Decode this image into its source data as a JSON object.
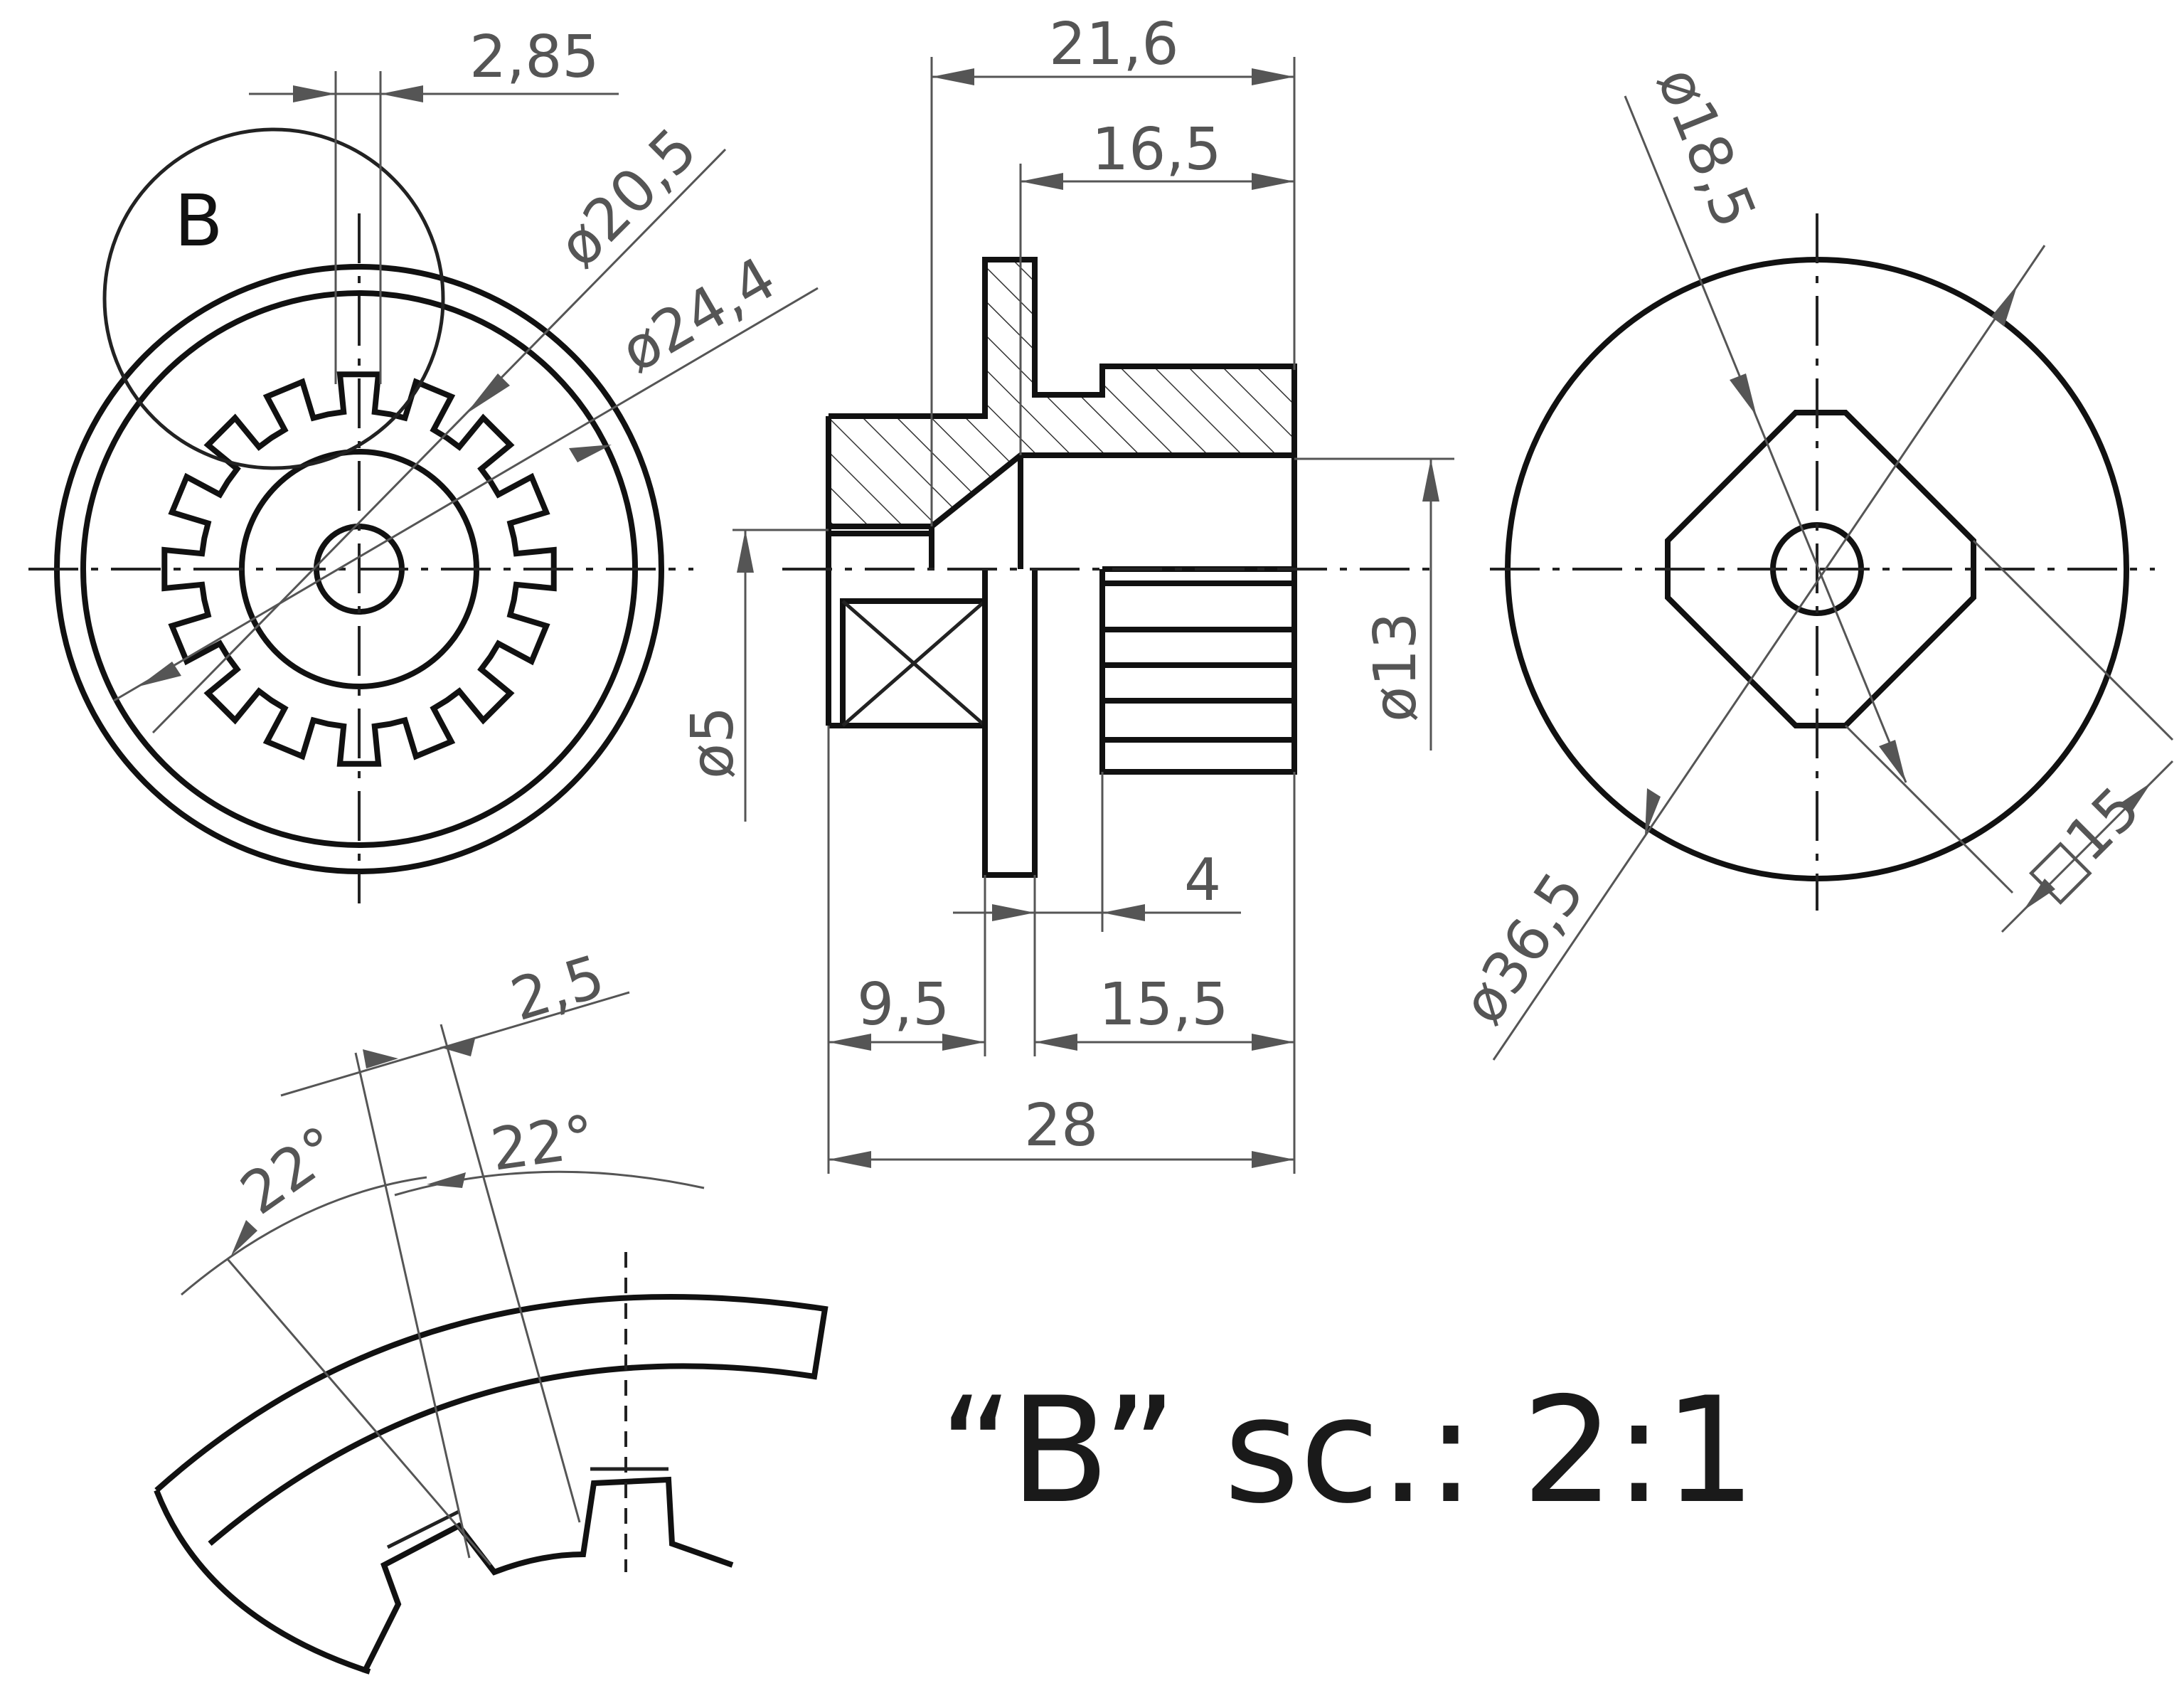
{
  "detail_label": "B",
  "scale_caption": "“B” sc.: 2:1",
  "dimensions": {
    "front_width_2_85": "2,85",
    "dia_20_5": "ø20,5",
    "dia_24_4": "ø24,4",
    "len_21_6": "21,6",
    "len_16_5": "16,5",
    "dia_5": "ø5",
    "dia_13": "ø13",
    "len_4": "4",
    "len_9_5": "9,5",
    "len_15_5": "15,5",
    "len_28": "28",
    "dia_18_5": "ø18,5",
    "dia_36_5": "ø36,5",
    "square_15": "□15",
    "detail_2_5": "2,5",
    "angle_left": "22°",
    "angle_right": "22°"
  }
}
